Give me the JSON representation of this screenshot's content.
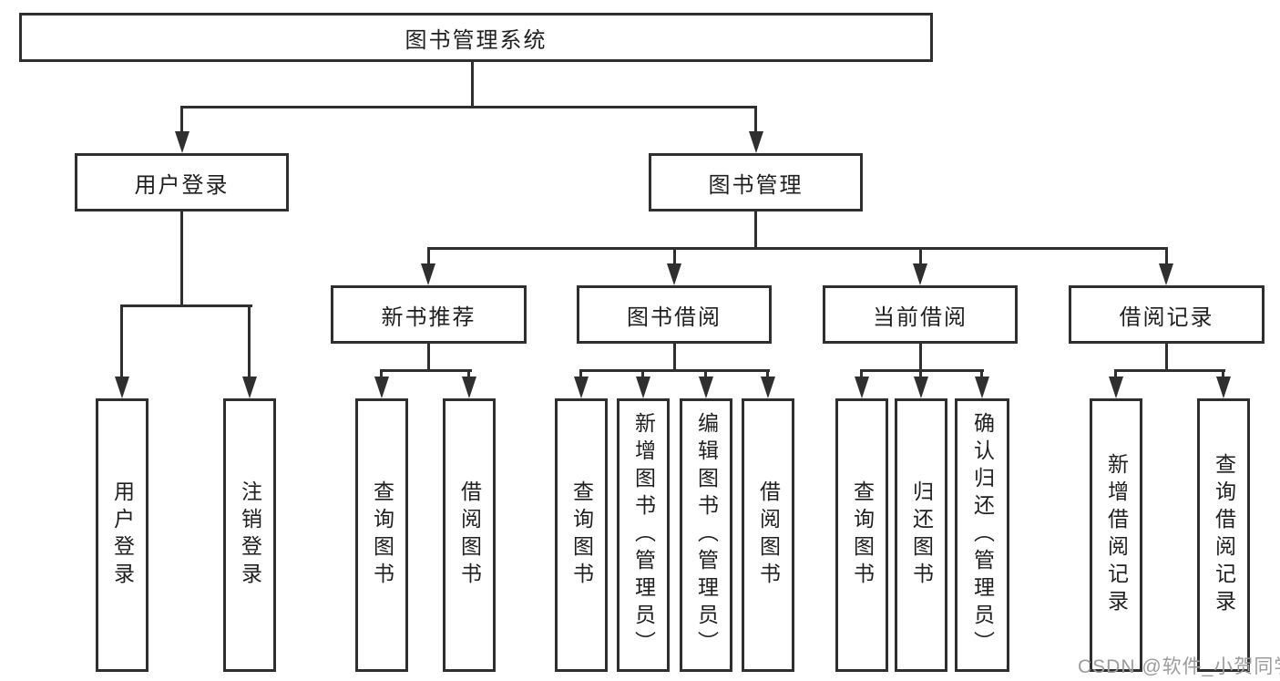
{
  "nodes": {
    "root": "图书管理系统",
    "user_login": "用户登录",
    "book_mgmt": "图书管理",
    "new_book_rec": "新书推荐",
    "book_borrow": "图书借阅",
    "current_borrow": "当前借阅",
    "borrow_records": "借阅记录",
    "login": "用户登录",
    "logout": "注销登录",
    "rec_query_book": "查询图书",
    "rec_borrow_book": "借阅图书",
    "bb_query_book": "查询图书",
    "bb_add_book": "新增图书（管理员）",
    "bb_edit_book": "编辑图书（管理员）",
    "bb_borrow_book": "借阅图书",
    "cb_query_book": "查询图书",
    "cb_return_book": "归还图书",
    "cb_confirm_return": "确认归还（管理员）",
    "br_add_record": "新增借阅记录",
    "br_query_record": "查询借阅记录"
  },
  "watermark": "CSDN @软件_小贺同学",
  "colors": {
    "line": "#2f2f2f",
    "text": "#1f1f1f",
    "watermark": "#9c9c9c",
    "background": "#ffffff"
  }
}
